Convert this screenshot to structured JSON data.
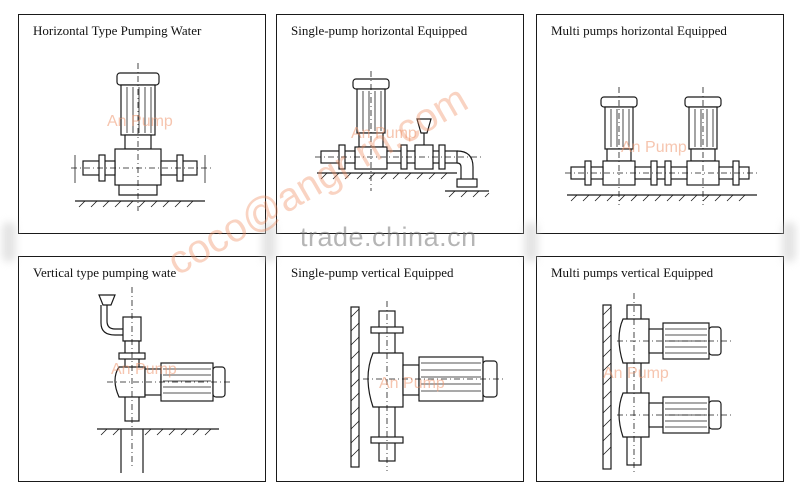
{
  "panels": [
    {
      "id": "horizontal-type",
      "title": "Horizontal Type Pumping Water",
      "brand": "An Pump"
    },
    {
      "id": "single-pump-horizontal",
      "title": "Single-pump horizontal Equipped",
      "brand": "An Pump"
    },
    {
      "id": "multi-pumps-horizontal",
      "title": "Multi pumps horizontal Equipped",
      "brand": "An Pump"
    },
    {
      "id": "vertical-type",
      "title": "Vertical type pumping wate",
      "brand": "An Pump"
    },
    {
      "id": "single-pump-vertical",
      "title": "Single-pump vertical Equipped",
      "brand": "An Pump"
    },
    {
      "id": "multi-pumps-vertical",
      "title": "Multi pumps vertical Equipped",
      "brand": "An Pump"
    }
  ],
  "watermarks": {
    "site": "trade.china.cn",
    "email": "coco@angr        rn.com"
  },
  "colors": {
    "line": "#1a1a1a",
    "brand_watermark": "#ee966e",
    "site_watermark": "#787878"
  }
}
